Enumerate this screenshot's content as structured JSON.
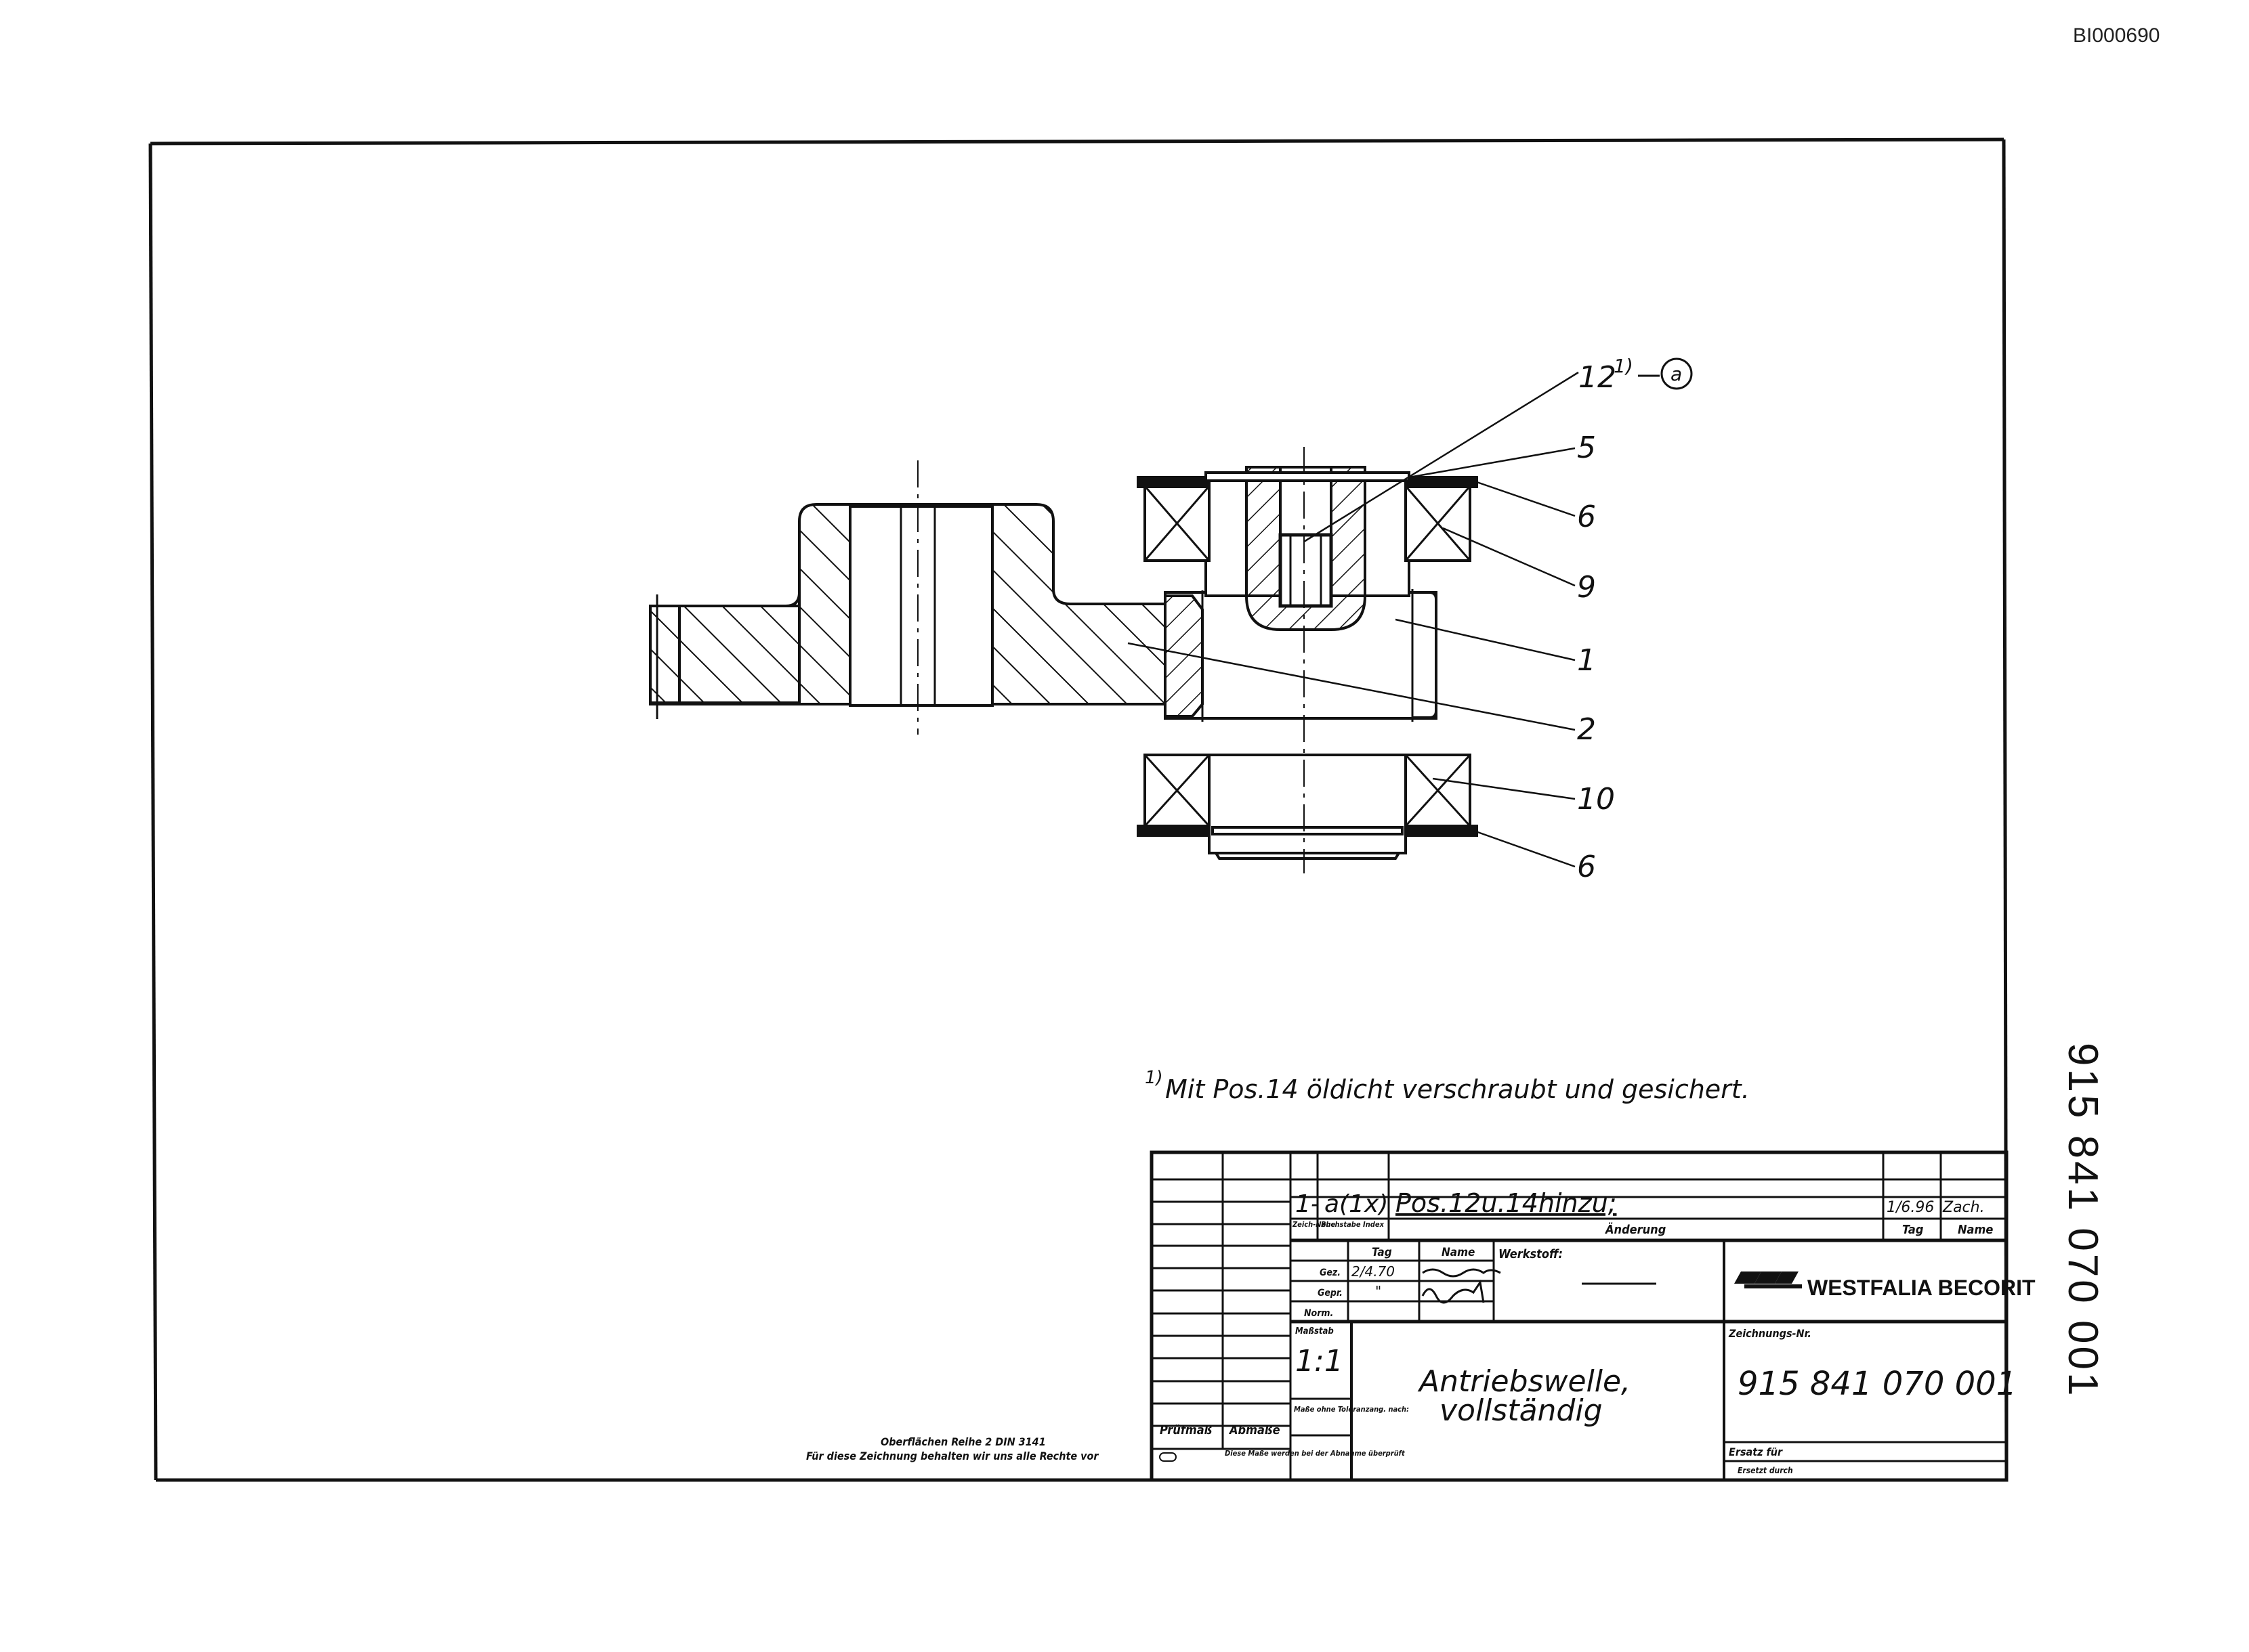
{
  "doc_id": "BI000690",
  "side_number": "915 841 070 001",
  "callouts": {
    "pos12": "12",
    "pos12_sup": "1)",
    "pos12_marker": "a",
    "pos5": "5",
    "pos6_top": "6",
    "pos9": "9",
    "pos1": "1",
    "pos2": "2",
    "pos10": "10",
    "pos6_bottom": "6"
  },
  "footnote": {
    "marker": "1)",
    "text": "Mit Pos.14 öldicht verschraubt und gesichert."
  },
  "title_block": {
    "revision": {
      "index": "1-",
      "letter": "a(1x)",
      "change": "Pos.12u.14hinzu;",
      "date": "1/6.96",
      "name": "Zach.",
      "header_index": "Zeich-Nehe",
      "header_letter": "Buchstabe Index",
      "header_change": "Änderung",
      "header_date": "Tag",
      "header_name": "Name"
    },
    "header_tag": "Tag",
    "header_name": "Name",
    "header_werkstoff": "Werkstoff:",
    "row_gez": "Gez.",
    "row_gepr": "Gepr.",
    "row_norm": "Norm.",
    "date_gez": "2/4.70",
    "date_gepr": "\"",
    "scale_label": "Maßstab",
    "scale": "1:1",
    "tolerance_note": "Maße ohne Toleranzang. nach:",
    "pruefmass": "Prüfmaß",
    "abmasse": "Abmaße",
    "note_small": "Diese Maße werden bei der Abnahme überprüft",
    "company": "WESTFALIA BECORIT",
    "drawing_no_label": "Zeichnungs-Nr.",
    "drawing_no": "915 841 070 001",
    "title_line1": "Antriebswelle,",
    "title_line2": "vollständig",
    "ersatz_label": "Ersatz für",
    "ersatz_value": "Ersetzt durch"
  },
  "surface_note": {
    "line1": "Oberflächen Reihe 2 DIN 3141",
    "line2": "Für diese Zeichnung behalten wir uns alle Rechte vor"
  }
}
